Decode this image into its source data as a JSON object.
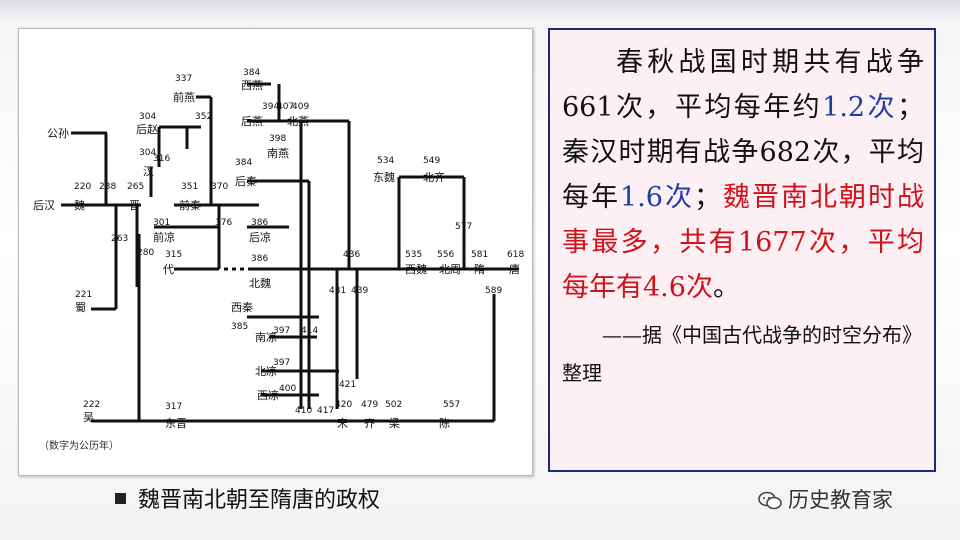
{
  "diagram": {
    "note": "（数字为公历年）",
    "regimes": {
      "gongsun": "公孙",
      "houhan": "后汉",
      "wei_cw": "魏",
      "jin": "晋",
      "shu": "蜀",
      "wu": "吴",
      "hanzhao": "汉",
      "houzhao": "后赵",
      "qianyan": "前燕",
      "qianqin": "前秦",
      "qianliang": "前凉",
      "dai": "代",
      "xiyan": "西燕",
      "houyan": "后燕",
      "beiyan": "北燕",
      "nanyan": "南燕",
      "houqin": "后秦",
      "houliang": "后凉",
      "beiwei": "北魏",
      "xiqin": "西秦",
      "nanliang": "南凉",
      "beiliang": "北凉",
      "xiliang": "西凉",
      "dongjin": "东晋",
      "song": "宋",
      "qi": "齐",
      "liang": "梁",
      "chen": "陈",
      "dongwei": "东魏",
      "beiqi": "北齐",
      "xiwei": "西魏",
      "beizhou": "北周",
      "sui": "隋",
      "tang": "唐"
    },
    "years": {
      "y220": "220",
      "y238": "238",
      "y265": "265",
      "y263": "263",
      "y221": "221",
      "y222": "222",
      "y280": "280",
      "y304a": "304",
      "y304b": "304",
      "y316": "316",
      "y337": "337",
      "y352": "352",
      "y351": "351",
      "y370": "370",
      "y301": "301",
      "y376": "376",
      "y315": "315",
      "y384a": "384",
      "y384b": "384",
      "y394": "394",
      "y407": "407",
      "y409": "409",
      "y398": "398",
      "y386a": "386",
      "y386b": "386",
      "y436": "436",
      "y431": "431",
      "y439": "439",
      "y385": "385",
      "y414": "414",
      "y397a": "397",
      "y397b": "397",
      "y400": "400",
      "y421": "421",
      "y410": "410",
      "y417": "417",
      "y420": "420",
      "y479": "479",
      "y502": "502",
      "y557": "557",
      "y317": "317",
      "y534": "534",
      "y549": "549",
      "y577": "577",
      "y535": "535",
      "y556": "556",
      "y581": "581",
      "y618": "618",
      "y589": "589"
    }
  },
  "text_panel": {
    "p1_a": "春秋战国时期共有战争661次，平均每年约",
    "p1_b": "1.2次",
    "p1_c": "；秦汉时期有战争682次，平均每年",
    "p1_d": "1.6次",
    "p1_e": "；",
    "p1_f": "魏晋南北朝时战事最多，共有1677次，平均每年有",
    "p1_g": "4.6次",
    "p1_h": "。",
    "source": "——据《中国古代战争的时空分布》整理"
  },
  "caption": "魏晋南北朝至隋唐的政权",
  "watermark": "历史教育家",
  "colors": {
    "blue": "#1f3fa6",
    "red": "#d0131b",
    "border": "#1c2a7a",
    "panel_bg": "#fdf0f4"
  }
}
